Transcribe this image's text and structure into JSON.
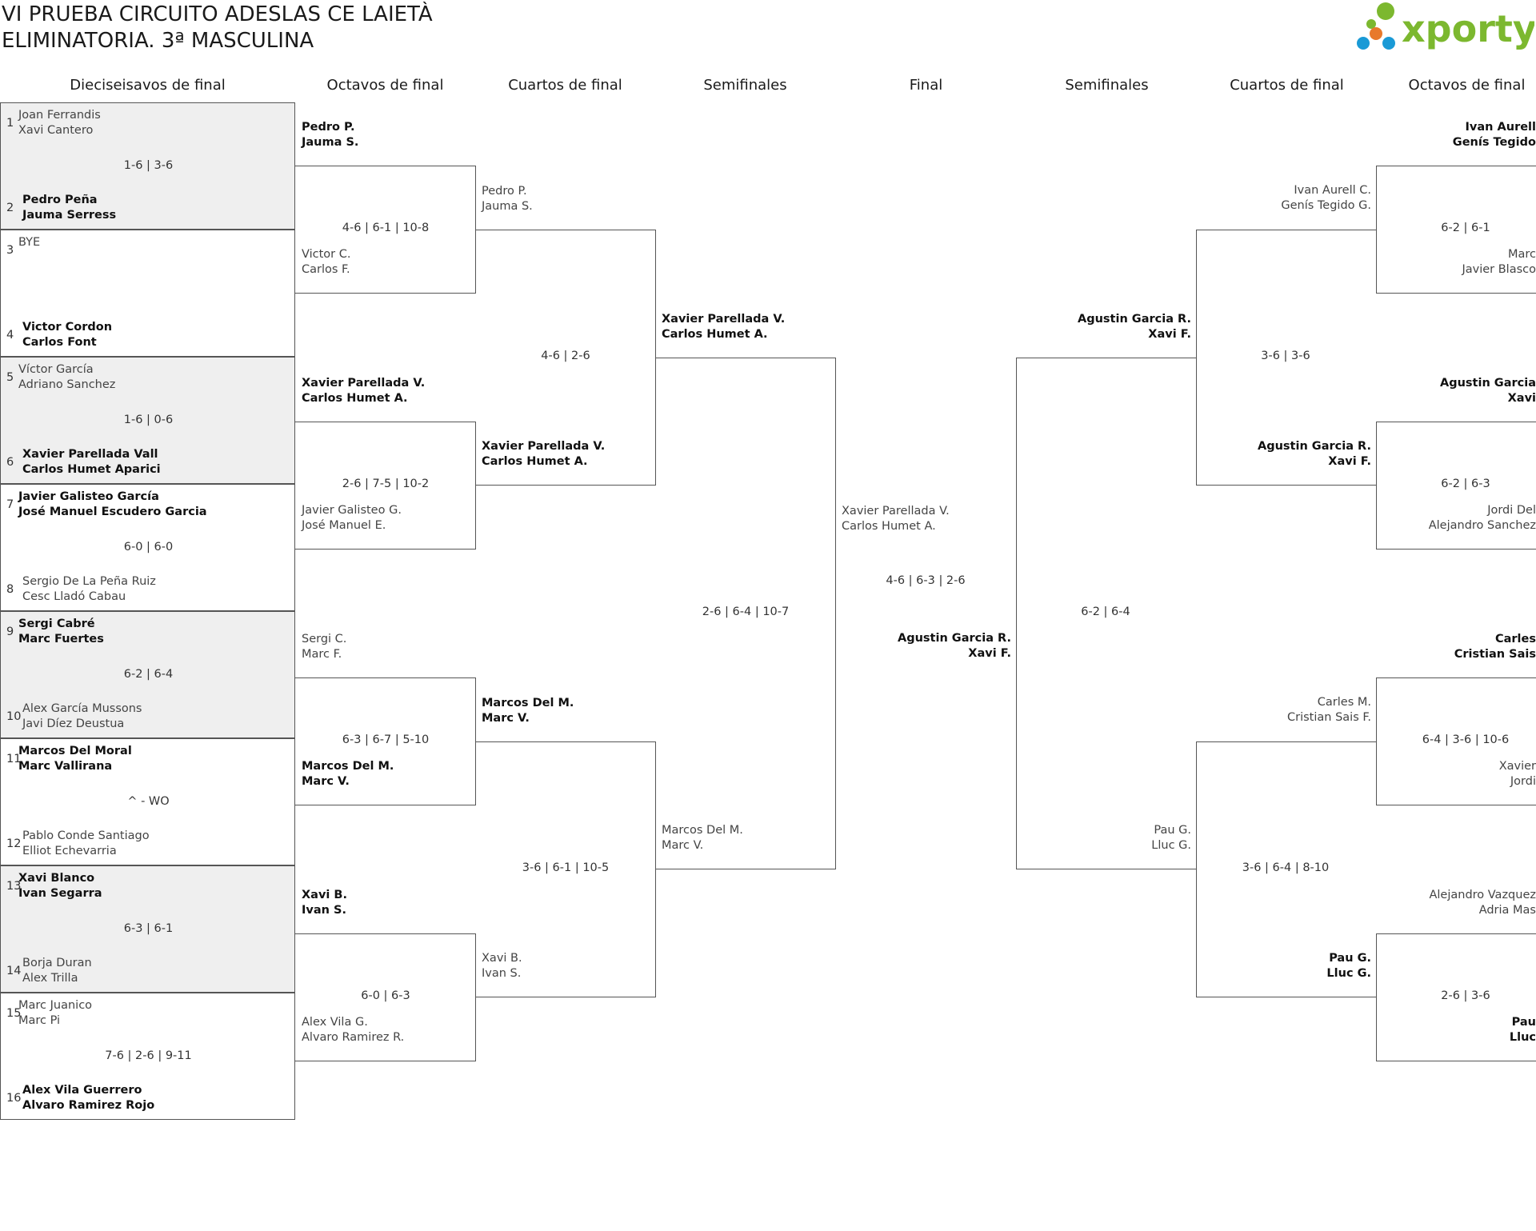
{
  "header": {
    "title_line1": "VI PRUEBA CIRCUITO ADESLAS CE LAIETÀ",
    "title_line2": "ELIMINATORIA. 3ª MASCULINA",
    "logo_text": "xporty",
    "logo_colors": {
      "green": "#7cb82f",
      "blue": "#1a9ad6",
      "orange": "#e8792b"
    }
  },
  "columns": {
    "r32": "Dieciseisavos de final",
    "r16_left": "Octavos de final",
    "qf_left": "Cuartos de final",
    "sf_left": "Semifinales",
    "final": "Final",
    "sf_right": "Semifinales",
    "qf_right": "Cuartos de final",
    "r16_right": "Octavos de final"
  },
  "r32": [
    {
      "seed_a": "1",
      "a1": "Joan Ferrandis",
      "a2": "Xavi Cantero",
      "score": "1-6 | 3-6",
      "seed_b": "2",
      "b1": "Pedro Peña",
      "b2": "Jauma Serress"
    },
    {
      "seed_a": "3",
      "a1": "BYE",
      "a2": "",
      "score": "",
      "seed_b": "4",
      "b1": "Victor Cordon",
      "b2": "Carlos Font"
    },
    {
      "seed_a": "5",
      "a1": "Víctor García",
      "a2": "Adriano Sanchez",
      "score": "1-6 | 0-6",
      "seed_b": "6",
      "b1": "Xavier Parellada Vall",
      "b2": "Carlos Humet Aparici"
    },
    {
      "seed_a": "7",
      "a1": "Javier Galisteo García",
      "a2": "José Manuel Escudero Garcia",
      "score": "6-0 | 6-0",
      "seed_b": "8",
      "b1": "Sergio De La Peña Ruiz",
      "b2": "Cesc Lladó Cabau"
    },
    {
      "seed_a": "9",
      "a1": "Sergi Cabré",
      "a2": "Marc Fuertes",
      "score": "6-2 | 6-4",
      "seed_b": "10",
      "b1": "Alex García Mussons",
      "b2": "Javi Díez Deustua"
    },
    {
      "seed_a": "11",
      "a1": "Marcos Del Moral",
      "a2": "Marc Vallirana",
      "score": "^ - WO",
      "seed_b": "12",
      "b1": "Pablo Conde Santiago",
      "b2": "Elliot Echevarria"
    },
    {
      "seed_a": "13",
      "a1": "Xavi Blanco",
      "a2": "Ivan Segarra",
      "score": "6-3 | 6-1",
      "seed_b": "14",
      "b1": "Borja Duran",
      "b2": "Alex Trilla"
    },
    {
      "seed_a": "15",
      "a1": "Marc Juanico",
      "a2": "Marc Pi",
      "score": "7-6 | 2-6 | 9-11",
      "seed_b": "16",
      "b1": "Alex Vila Guerrero",
      "b2": "Alvaro Ramirez Rojo"
    }
  ],
  "r16_left": [
    {
      "a1": "Pedro P.",
      "a2": "Jauma S.",
      "score": "4-6 | 6-1 | 10-8",
      "b1": "Victor C.",
      "b2": "Carlos F."
    },
    {
      "a1": "Xavier Parellada V.",
      "a2": "Carlos Humet A.",
      "score": "2-6 | 7-5 | 10-2",
      "b1": "Javier Galisteo G.",
      "b2": "José Manuel E."
    },
    {
      "a1": "Sergi C.",
      "a2": "Marc F.",
      "score": "6-3 | 6-7 | 5-10",
      "b1": "Marcos Del M.",
      "b2": "Marc V."
    },
    {
      "a1": "Xavi B.",
      "a2": "Ivan S.",
      "score": "6-0 | 6-3",
      "b1": "Alex Vila G.",
      "b2": "Alvaro Ramirez R."
    }
  ],
  "qf_left": [
    {
      "a1": "Pedro P.",
      "a2": "Jauma S.",
      "score": "4-6 | 2-6",
      "b1": "Xavier Parellada V.",
      "b2": "Carlos Humet A."
    },
    {
      "a1": "Marcos Del M.",
      "a2": "Marc V.",
      "score": "3-6 | 6-1 | 10-5",
      "b1": "Xavi B.",
      "b2": "Ivan S."
    }
  ],
  "sf_left": {
    "a1": "Xavier Parellada V.",
    "a2": "Carlos Humet A.",
    "score": "2-6 | 6-4 | 10-7",
    "b1": "Marcos Del M.",
    "b2": "Marc V."
  },
  "final": {
    "a1": "Xavier Parellada V.",
    "a2": "Carlos Humet A.",
    "score": "4-6 | 6-3 | 2-6",
    "b1": "Agustin Garcia R.",
    "b2": "Xavi F."
  },
  "sf_right": {
    "a1": "Agustin Garcia R.",
    "a2": "Xavi F.",
    "score": "6-2 | 6-4",
    "b1": "Pau G.",
    "b2": "Lluc G."
  },
  "qf_right": [
    {
      "a1": "Ivan Aurell C.",
      "a2": "Genís Tegido G.",
      "score": "3-6 | 3-6",
      "b1": "Agustin Garcia R.",
      "b2": "Xavi F."
    },
    {
      "a1": "Carles M.",
      "a2": "Cristian Sais F.",
      "score": "3-6 | 6-4 | 8-10",
      "b1": "Pau G.",
      "b2": "Lluc G."
    }
  ],
  "r16_right": [
    {
      "a1": "Ivan Aurell",
      "a2": "Genís Tegido",
      "score": "6-2 | 6-1",
      "b1": "Marc",
      "b2": "Javier Blasco"
    },
    {
      "a1": "Agustin Garcia",
      "a2": "Xavi",
      "score": "6-2 | 6-3",
      "b1": "Jordi Del",
      "b2": "Alejandro Sanchez"
    },
    {
      "a1": "Carles",
      "a2": "Cristian Sais",
      "score": "6-4 | 3-6 | 10-6",
      "b1": "Xavier",
      "b2": "Jordi"
    },
    {
      "a1": "Alejandro Vazquez",
      "a2": "Adria Mas",
      "score": "2-6 | 3-6",
      "b1": "Pau",
      "b2": "Lluc"
    }
  ]
}
